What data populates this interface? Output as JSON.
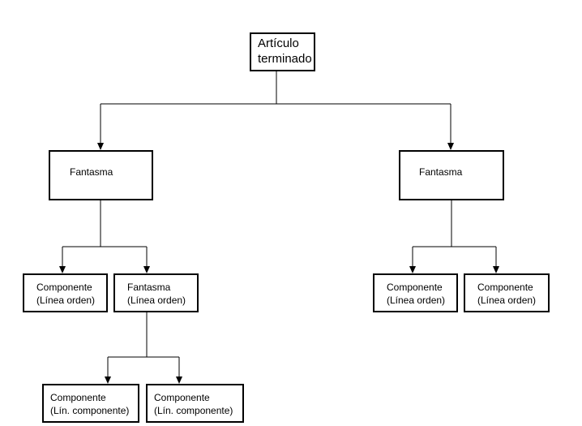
{
  "diagram": {
    "root": {
      "line1": "Artículo",
      "line2": "terminado"
    },
    "phantom_left": {
      "label": "Fantasma"
    },
    "phantom_right": {
      "label": "Fantasma"
    },
    "comp_left_1": {
      "line1": "Componente",
      "line2": "(Línea orden)"
    },
    "phantom_mid": {
      "line1": "Fantasma",
      "line2": "(Línea orden)"
    },
    "comp_right_1": {
      "line1": "Componente",
      "line2": "(Línea orden)"
    },
    "comp_right_2": {
      "line1": "Componente",
      "line2": "(Línea orden)"
    },
    "comp_bottom_1": {
      "line1": "Componente",
      "line2": "(Lín. componente)"
    },
    "comp_bottom_2": {
      "line1": "Componente",
      "line2": "(Lín. componente)"
    }
  }
}
